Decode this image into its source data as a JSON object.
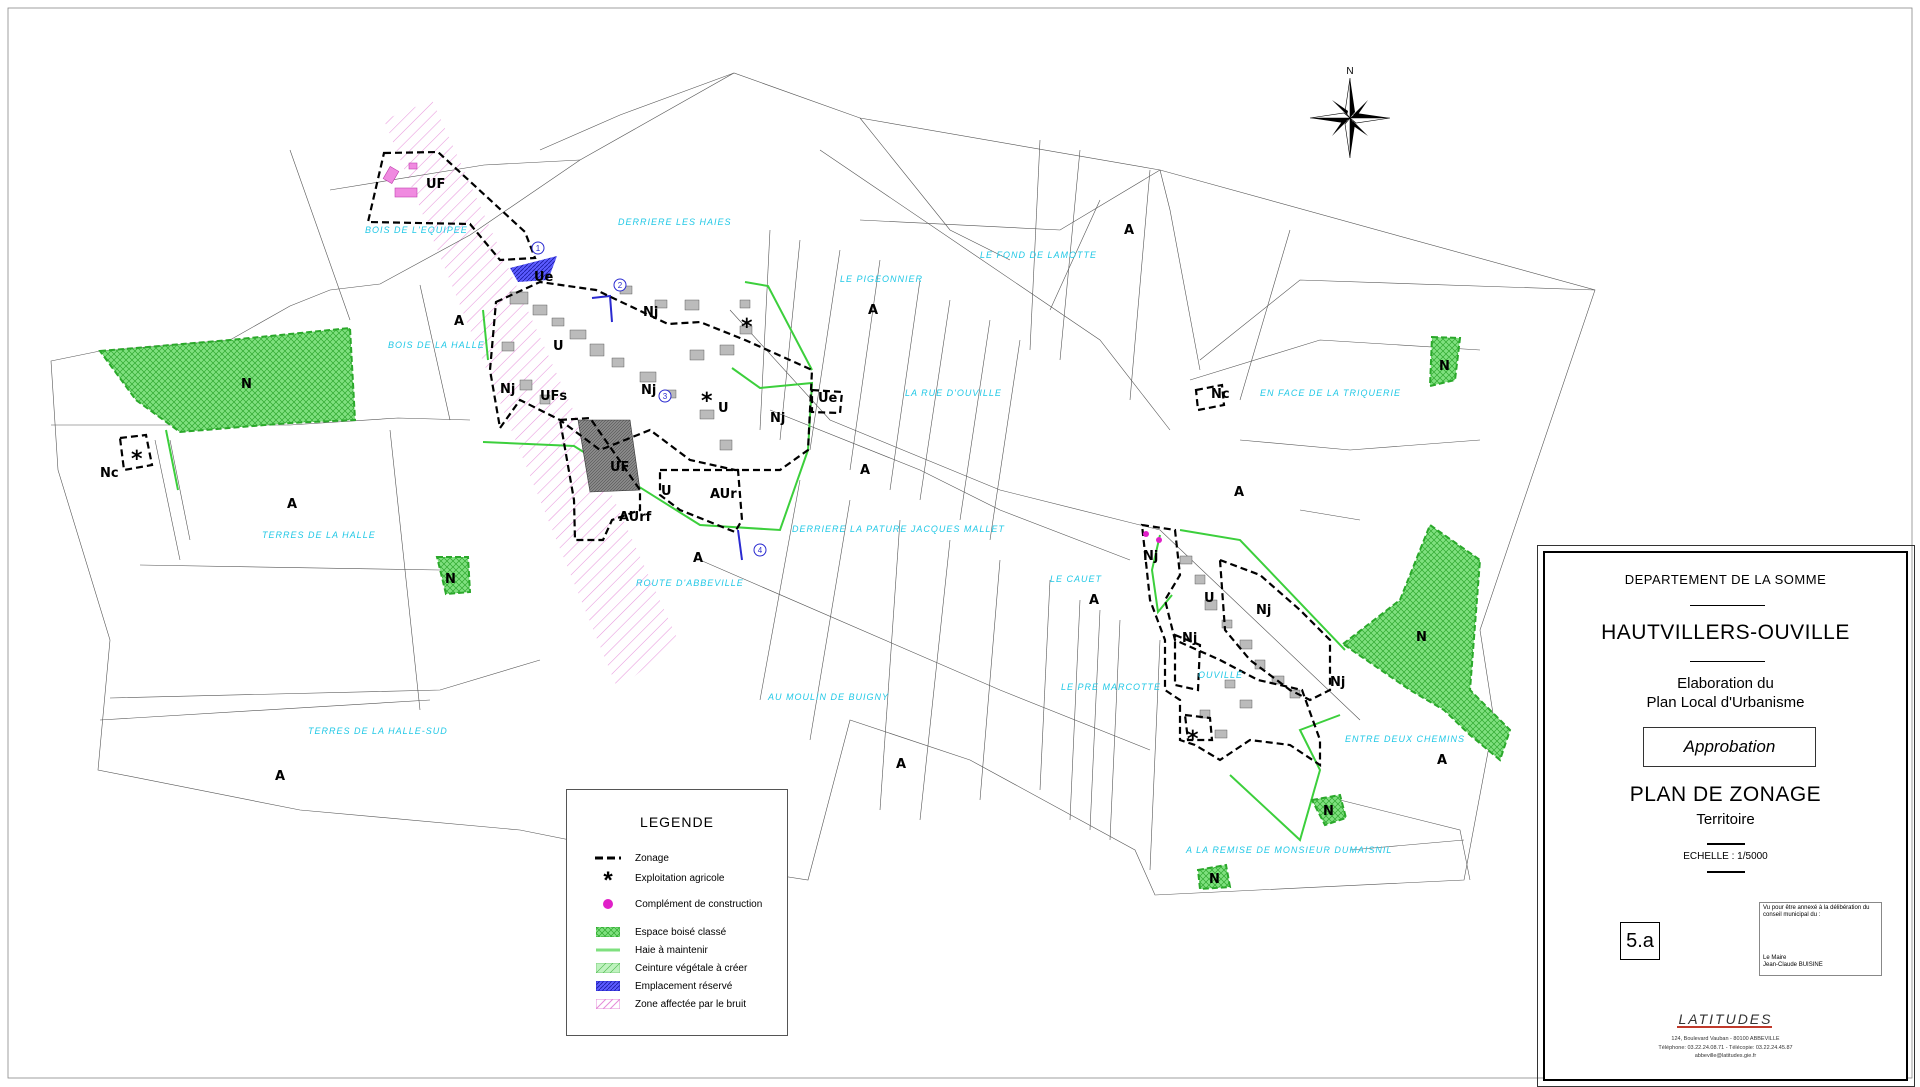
{
  "north_label": "N",
  "zones": {
    "uf_top": "UF",
    "ue_1": "Ue",
    "nj_1": "Nj",
    "u_1": "U",
    "nj_2": "Nj",
    "ufs": "UFs",
    "nj_3": "Nj",
    "u_2": "U",
    "nj_4": "Nj",
    "ue_2": "Ue",
    "uf_mid": "UF",
    "u_3": "U",
    "aur": "AUr",
    "aurf": "AUrf",
    "n_west": "N",
    "nc_west": "Nc",
    "n_small": "N",
    "a_1": "A",
    "a_2": "A",
    "a_3": "A",
    "a_4": "A",
    "a_5": "A",
    "a_6": "A",
    "a_7": "A",
    "a_8": "A",
    "a_9": "A",
    "a_10": "A",
    "nc_east": "Nc",
    "n_ne": "N",
    "nj_e1": "Nj",
    "u_e": "U",
    "nj_e2": "Nj",
    "nj_e3": "Nj",
    "nj_e4": "Nj",
    "n_east": "N",
    "n_se1": "N",
    "n_se2": "N"
  },
  "places": {
    "bois_equipee": "BOIS DE L'EQUIPEE",
    "derriere_haies": "DERRIERE LES HAIES",
    "pigeonnier": "LE PIGEONNIER",
    "fond_lamotte": "LE FOND DE LAMOTTE",
    "bois_halle": "BOIS DE LA HALLE",
    "rue_ouville": "LA RUE D'OUVILLE",
    "face_triquerie": "EN FACE DE LA TRIQUERIE",
    "terres_halle": "TERRES DE LA HALLE",
    "pature_mallet": "DERRIERE LA PATURE JACQUES MALLET",
    "route_abbeville": "ROUTE D'ABBEVILLE",
    "cauet": "LE CAUET",
    "ouville": "OUVILLE",
    "moulin_buigny": "AU MOULIN DE BUIGNY",
    "pre_marcotte": "LE PRE MARCOTTE",
    "terres_halle_sud": "TERRES DE LA HALLE-SUD",
    "entre_chemins": "ENTRE DEUX CHEMINS",
    "remise_dumaisnil": "A LA REMISE DE MONSIEUR DUMAISNIL"
  },
  "reserved_markers": [
    "1",
    "2",
    "3",
    "4"
  ],
  "legend": {
    "title": "LEGENDE",
    "items": [
      {
        "label": "Zonage",
        "symbol": "dash-line"
      },
      {
        "label": "Exploitation agricole",
        "symbol": "asterisk"
      },
      {
        "label": "Complément de construction",
        "symbol": "magenta-dot"
      },
      {
        "label": "Espace boisé classé",
        "symbol": "green-hatch"
      },
      {
        "label": "Haie à maintenir",
        "symbol": "green-line"
      },
      {
        "label": "Ceinture végétale à créer",
        "symbol": "light-green-hatch"
      },
      {
        "label": "Emplacement réservé",
        "symbol": "blue-hatch"
      },
      {
        "label": "Zone affectée par le bruit",
        "symbol": "pink-hatch"
      }
    ]
  },
  "title_block": {
    "department": "DEPARTEMENT DE LA SOMME",
    "commune": "HAUTVILLERS-OUVILLE",
    "elaboration_line1": "Elaboration du",
    "elaboration_line2": "Plan Local d'Urbanisme",
    "status": "Approbation",
    "plan_title": "PLAN DE ZONAGE",
    "plan_subtitle": "Territoire",
    "scale": "ECHELLE : 1/5000",
    "sheet_number": "5.a",
    "note": "Vu pour être annexé à la délibération du conseil municipal du :",
    "signatory_title": "Le Maire",
    "signatory_name": "Jean-Claude BUISINE",
    "firm": "LATITUDES",
    "address": "124, Boulevard Vauban - 80100 ABBEVILLE",
    "phone": "Téléphone: 03.22.24.08.71 - Télécopie: 03.22.24.45.87",
    "email": "abbeville@latitudes.gie.fr"
  },
  "colors": {
    "zone_line": "#000000",
    "place_text": "#22c8e6",
    "wood": "#39c339",
    "noise_zone": "#e58ad8",
    "reserved": "#2a2ad0",
    "complement": "#e020c8"
  }
}
